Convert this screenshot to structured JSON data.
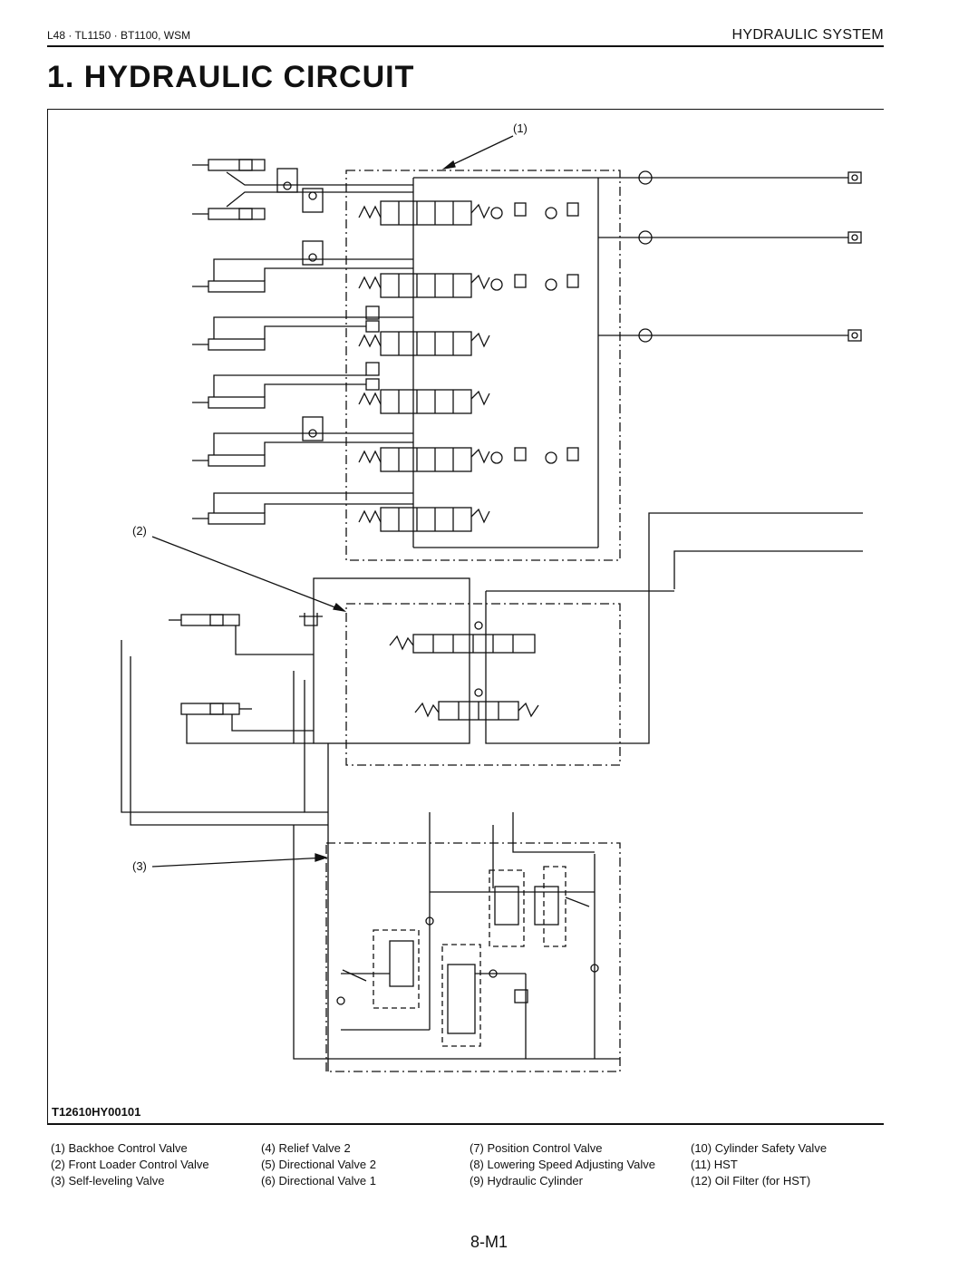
{
  "header": {
    "model_line": "L48 · TL1150 · BT1100, WSM",
    "section": "HYDRAULIC SYSTEM"
  },
  "title": "1. HYDRAULIC CIRCUIT",
  "figure": {
    "callouts": [
      "(1)",
      "(2)",
      "(3)"
    ],
    "drawing_code": "T12610HY00101"
  },
  "legend": {
    "columns": [
      [
        "(1) Backhoe Control Valve",
        "(2) Front Loader Control Valve",
        "(3) Self-leveling Valve"
      ],
      [
        "(4) Relief Valve 2",
        "(5) Directional Valve 2",
        "(6) Directional Valve 1"
      ],
      [
        "(7) Position Control Valve",
        "(8) Lowering Speed Adjusting Valve",
        "(9) Hydraulic Cylinder"
      ],
      [
        "(10) Cylinder Safety Valve",
        "(11) HST",
        "(12) Oil Filter (for HST)"
      ]
    ]
  },
  "page_number": "8-M1"
}
